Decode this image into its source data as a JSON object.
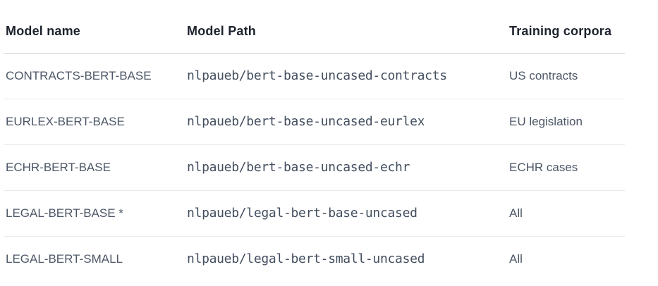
{
  "page": {
    "background": "#ffffff",
    "kind": "model card table fragment"
  },
  "colors": {
    "header_text": "#1d222d",
    "body_text": "#4d5767",
    "mono_text": "#434e5e",
    "header_rule": "#cccfd2",
    "row_rule": "#e9e9eb"
  },
  "table": {
    "columns": [
      {
        "label": "Model name"
      },
      {
        "label": "Model Path"
      },
      {
        "label": "Training corpora"
      }
    ],
    "rows": [
      {
        "model_name": "CONTRACTS-BERT-BASE",
        "model_path": "nlpaueb/bert-base-uncased-contracts",
        "training_corpora": "US contracts"
      },
      {
        "model_name": "EURLEX-BERT-BASE",
        "model_path": "nlpaueb/bert-base-uncased-eurlex",
        "training_corpora": "EU legislation"
      },
      {
        "model_name": "ECHR-BERT-BASE",
        "model_path": "nlpaueb/bert-base-uncased-echr",
        "training_corpora": "ECHR cases"
      },
      {
        "model_name": "LEGAL-BERT-BASE *",
        "model_path": "nlpaueb/legal-bert-base-uncased",
        "training_corpora": "All"
      },
      {
        "model_name": "LEGAL-BERT-SMALL",
        "model_path": "nlpaueb/legal-bert-small-uncased",
        "training_corpora": "All"
      }
    ]
  }
}
